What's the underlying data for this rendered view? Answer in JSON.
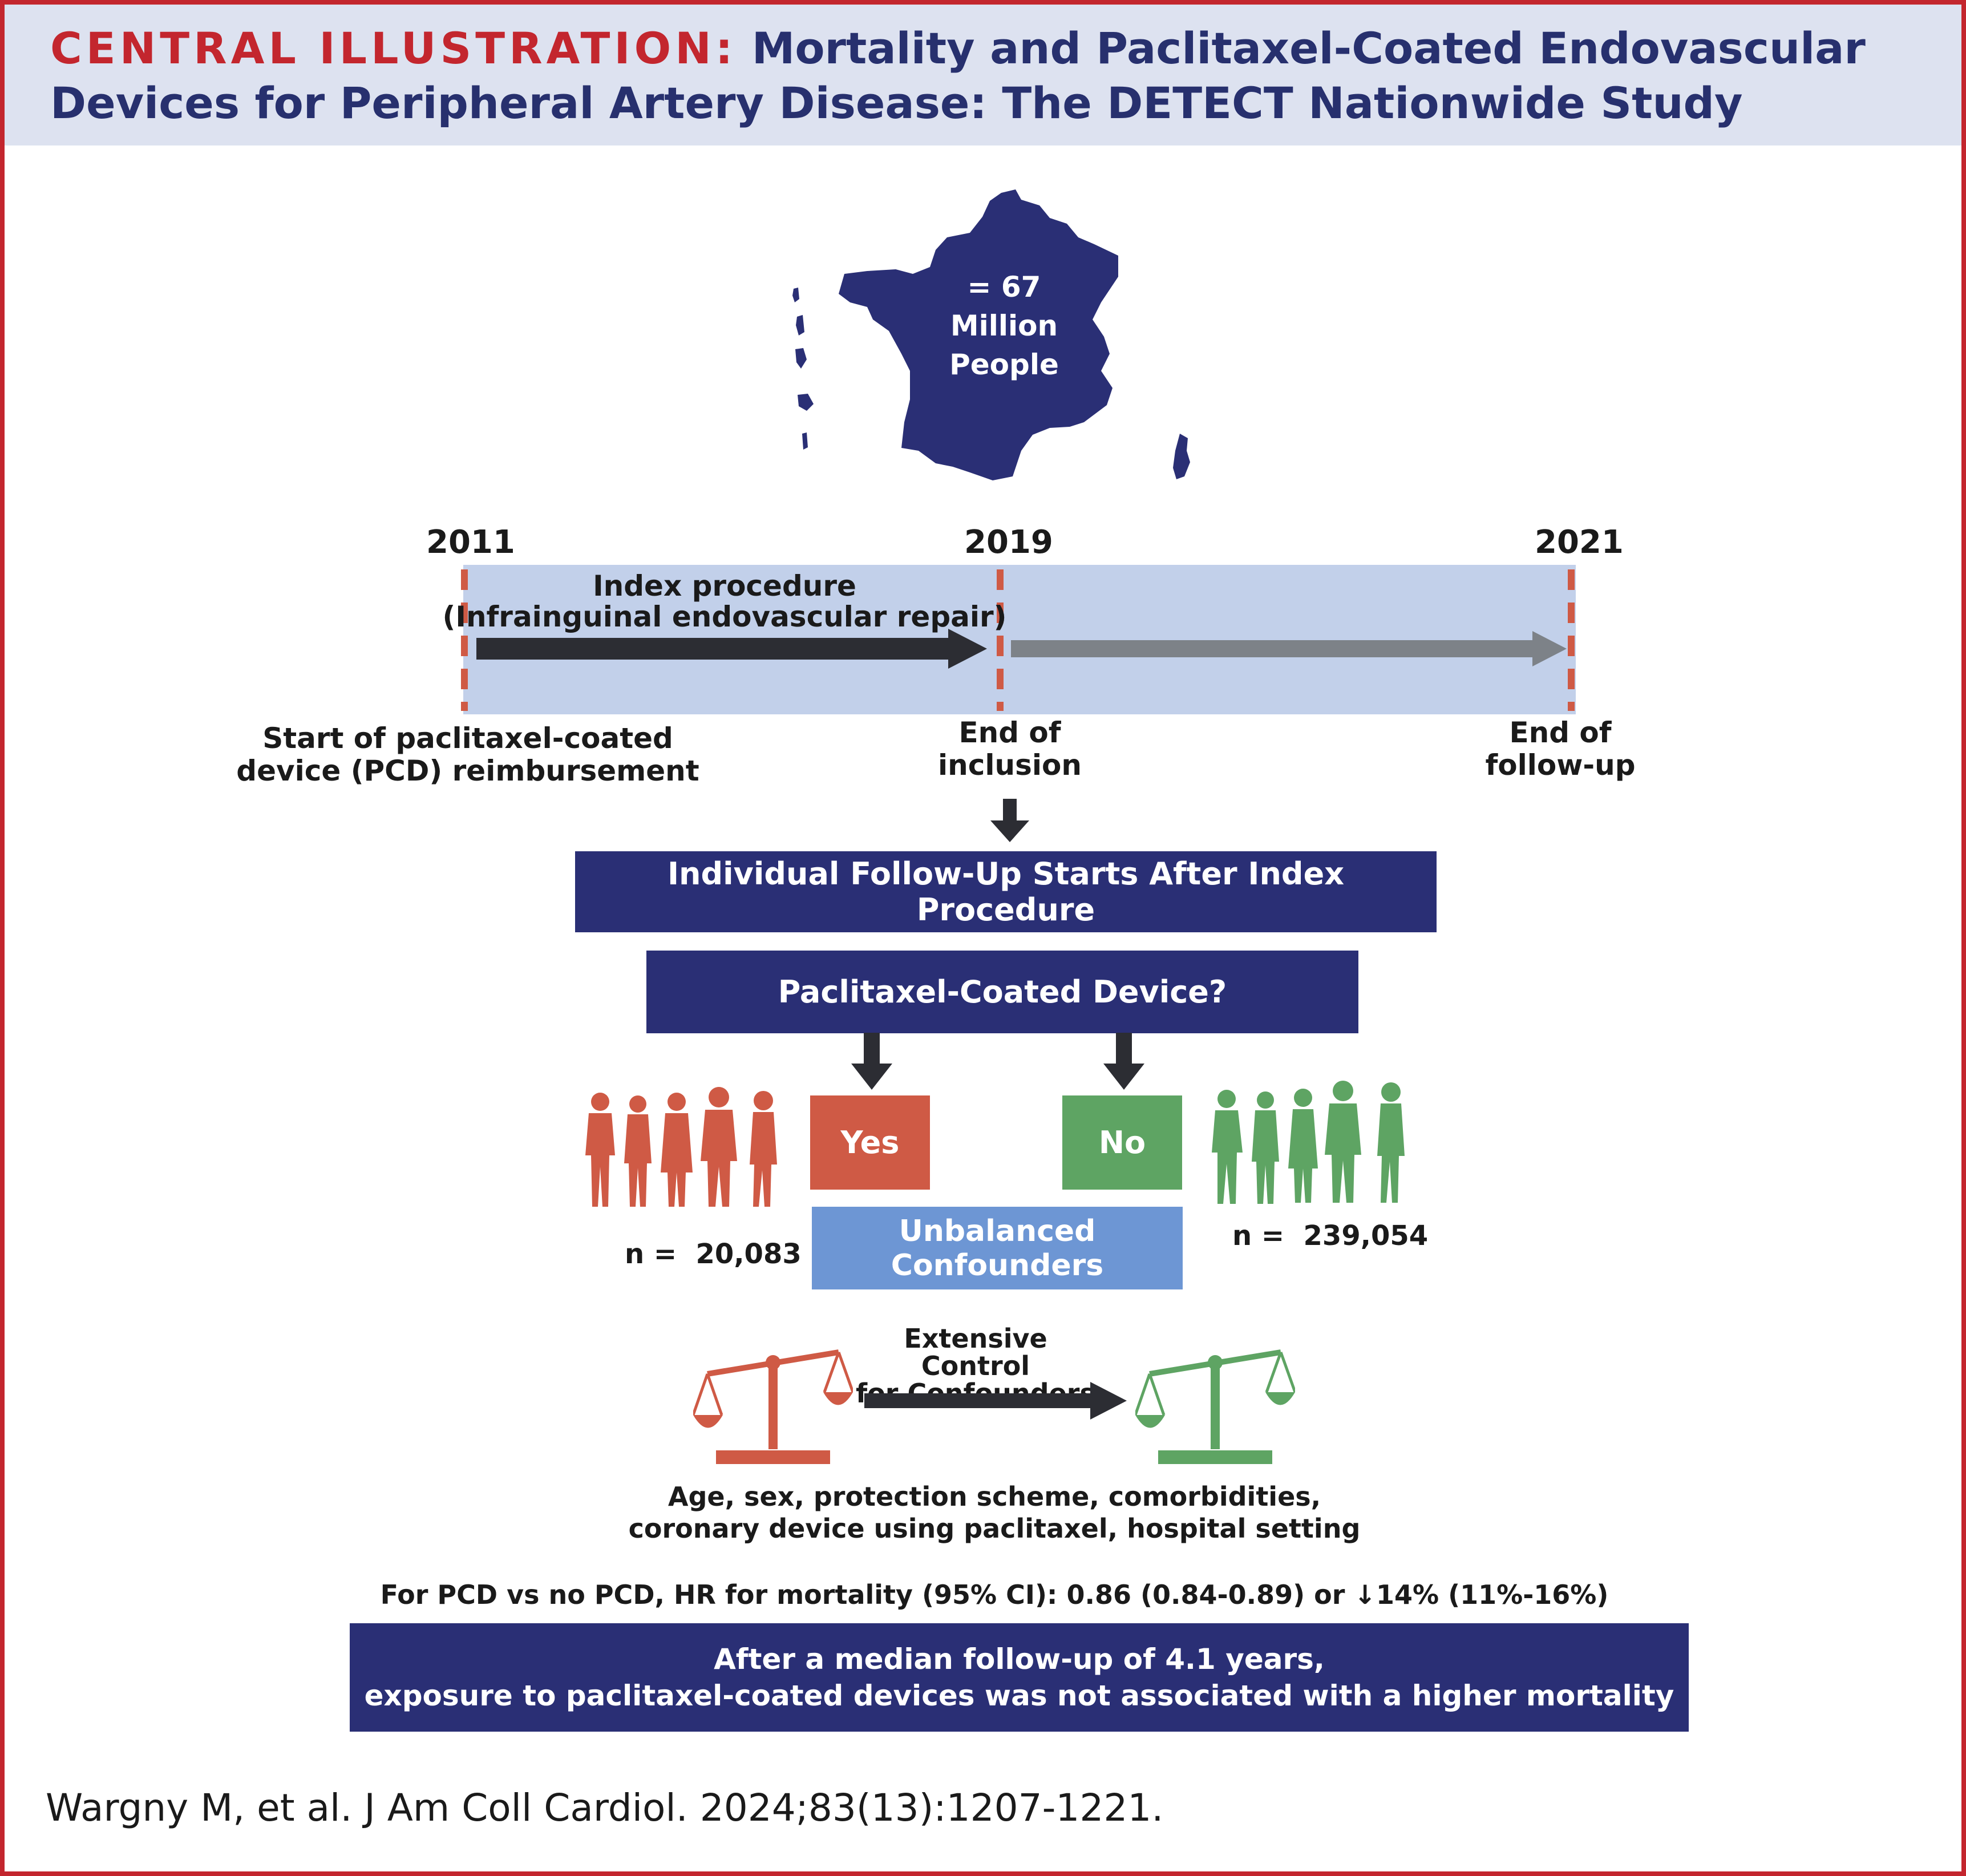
{
  "header": {
    "kicker": "CENTRAL ILLUSTRATION:",
    "title_line1": "Mortality and Paclitaxel-Coated Endovascular",
    "title_line2": "Devices for Peripheral Artery Disease: The DETECT Nationwide Study"
  },
  "map": {
    "population_lines": [
      "= 67",
      "Million",
      "People"
    ]
  },
  "timeline": {
    "years": [
      "2011",
      "2019",
      "2021"
    ],
    "index_title": "Index procedure",
    "index_subtitle": "(Infrainguinal endovascular repair)",
    "start_label": [
      "Start of paclitaxel-coated",
      "device (PCD) reimbursement"
    ],
    "end_inclusion_label": [
      "End of",
      "inclusion"
    ],
    "end_followup_label": [
      "End of",
      "follow-up"
    ]
  },
  "flow": {
    "followup_box": "Individual Follow-Up Starts After Index Procedure",
    "question_box": "Paclitaxel-Coated Device?",
    "yes_label": "Yes",
    "no_label": "No",
    "yes_n": "n =  20,083",
    "no_n": "n =  239,054",
    "confounders_box": "Unbalanced Confounders",
    "control_label": [
      "Extensive Control",
      "for Confounders"
    ],
    "covariates": [
      "Age, sex, protection scheme, comorbidities,",
      "coronary device using paclitaxel, hospital setting"
    ],
    "hr_text": "For PCD vs no PCD, HR for mortality (95% CI): 0.86 (0.84-0.89) or ↓14% (11%-16%)",
    "conclusion": [
      "After a median follow-up of 4.1 years,",
      "exposure to paclitaxel-coated devices was not associated with a higher mortality"
    ]
  },
  "citation": "Wargny M, et al. J Am Coll Cardiol. 2024;83(13):1207-1221.",
  "colors": {
    "brand_red": "#c3262e",
    "navy": "#2a2f75",
    "orange_red": "#cf5a45",
    "green": "#5ea463",
    "light_blue_box": "#6d96d4",
    "timeline_band": "#c2d0ea"
  }
}
